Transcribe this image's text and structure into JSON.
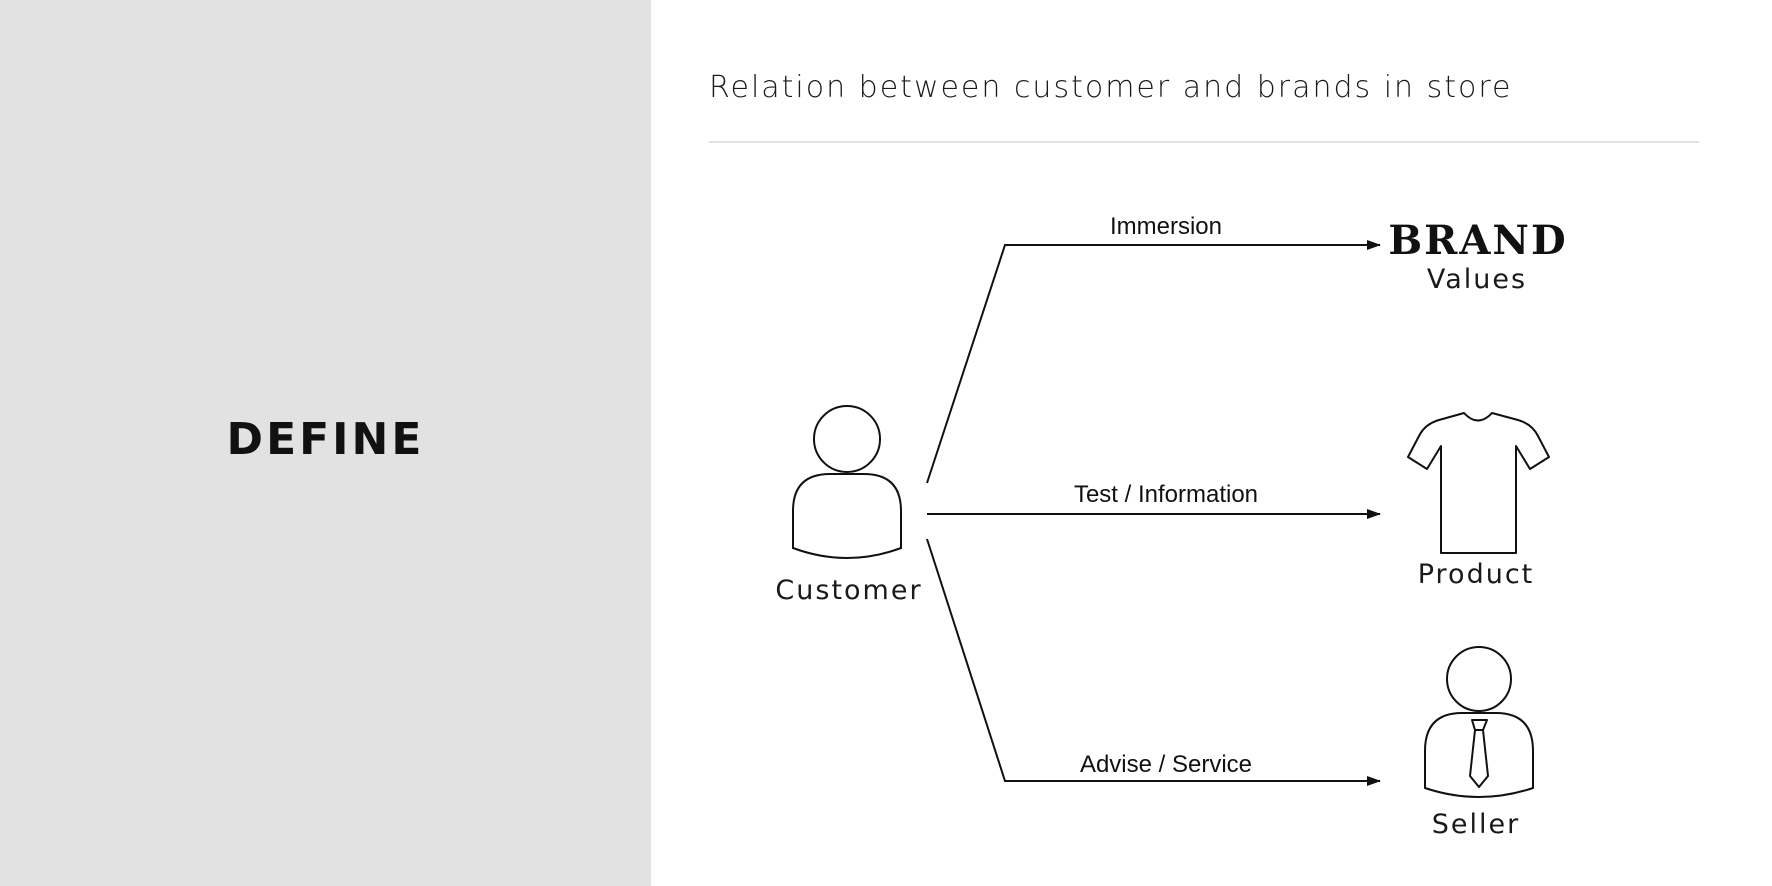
{
  "left_panel": {
    "heading": "DEFINE"
  },
  "header": {
    "title": "Relation between customer and brands in store"
  },
  "diagram": {
    "source": {
      "label": "Customer",
      "icon": "person-icon"
    },
    "relations": [
      {
        "edge_label": "Immersion",
        "target_wordmark": "BRAND",
        "target_label": "Values",
        "target_icon": "brand-logo"
      },
      {
        "edge_label": "Test / Information",
        "target_label": "Product",
        "target_icon": "tshirt-icon"
      },
      {
        "edge_label": "Advise / Service",
        "target_label": "Seller",
        "target_icon": "seller-icon"
      }
    ]
  },
  "colors": {
    "panel_background": "#e2e2e2",
    "ink": "#111111",
    "divider": "#e2e2e2"
  }
}
